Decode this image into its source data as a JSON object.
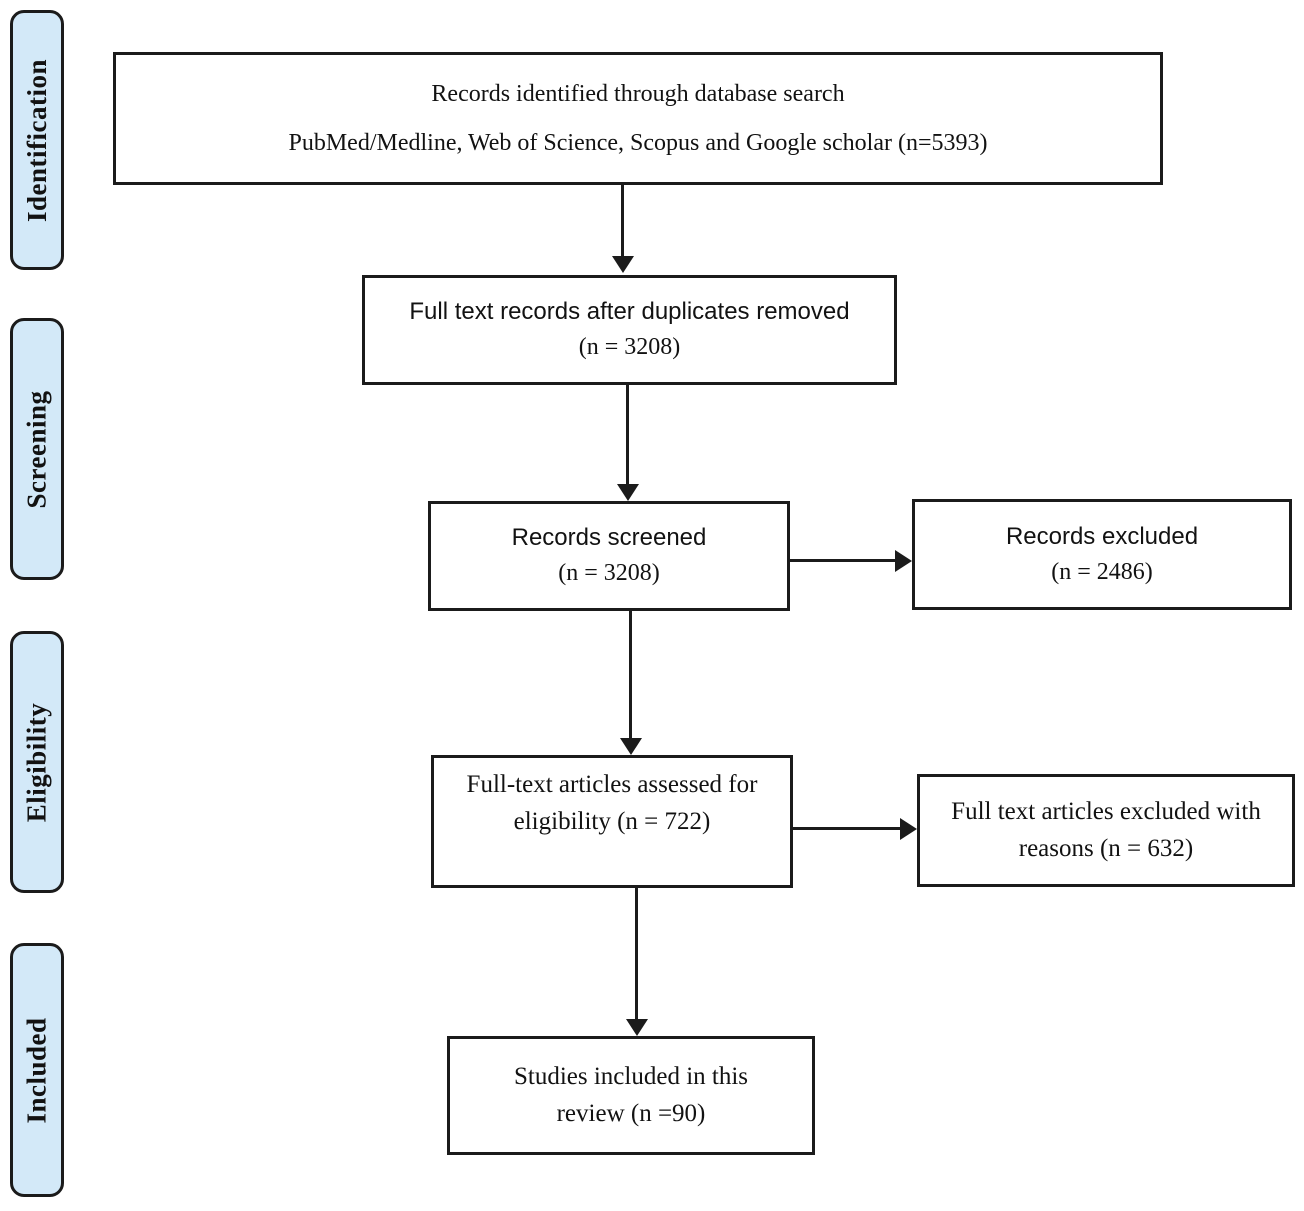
{
  "diagram": {
    "type": "prisma-flow",
    "colors": {
      "stage_fill": "#d3e9f8",
      "line_and_border": "#1b1b1b",
      "background": "#ffffff",
      "text": "#121212"
    },
    "stages": [
      {
        "label": "Identification"
      },
      {
        "label": "Screening"
      },
      {
        "label": "Eligibility"
      },
      {
        "label": "Included"
      }
    ],
    "boxes": {
      "identified": {
        "line1": "Records identified through database search",
        "line2": "PubMed/Medline, Web of Science,  Scopus  and  Google scholar (n=5393)",
        "n": 5393
      },
      "deduplicated": {
        "line1": "Full text records after duplicates removed",
        "line2": "(n = 3208)",
        "n": 3208
      },
      "screened": {
        "line1": "Records screened",
        "line2": "(n = 3208)",
        "n": 3208
      },
      "records_excluded": {
        "line1": "Records excluded",
        "line2": "(n = 2486)",
        "n": 2486
      },
      "fulltext_assessed": {
        "line1": "Full-text articles assessed for",
        "line2": "eligibility (n = 722)",
        "n": 722
      },
      "fulltext_excluded": {
        "line1": "Full text articles excluded with",
        "line2": "reasons  (n = 632)",
        "n": 632
      },
      "included_studies": {
        "line1": "Studies included in this",
        "line2": "review (n =90)",
        "n": 90
      }
    }
  }
}
